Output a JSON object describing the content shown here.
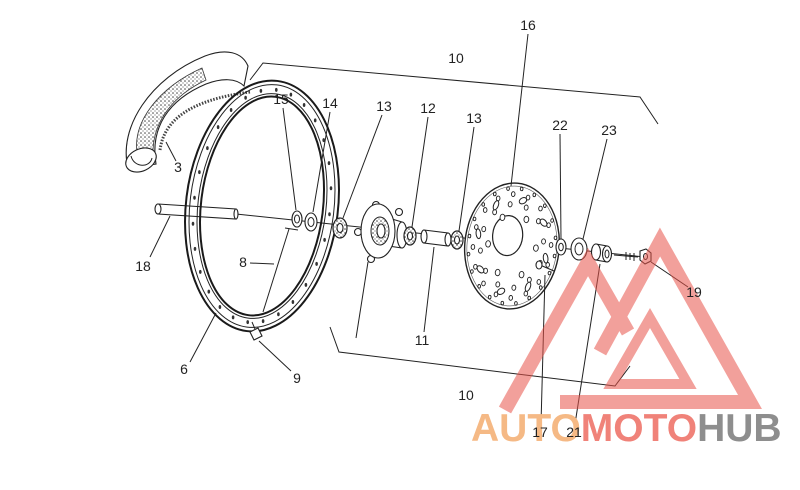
{
  "diagram": {
    "callouts": [
      "10",
      "16",
      "15",
      "14",
      "13",
      "12",
      "13",
      "22",
      "23",
      "3",
      "18",
      "8",
      "6",
      "9",
      "11",
      "10",
      "19",
      "17",
      "21"
    ]
  },
  "watermark": {
    "text_parts": [
      "AUTO",
      "MOTO",
      "HUB"
    ],
    "colors": [
      "#f5b985",
      "#f08279",
      "#8e8e8e"
    ],
    "logo_color": "#e8544a"
  },
  "colors": {
    "line": "#222222",
    "background": "#ffffff"
  }
}
